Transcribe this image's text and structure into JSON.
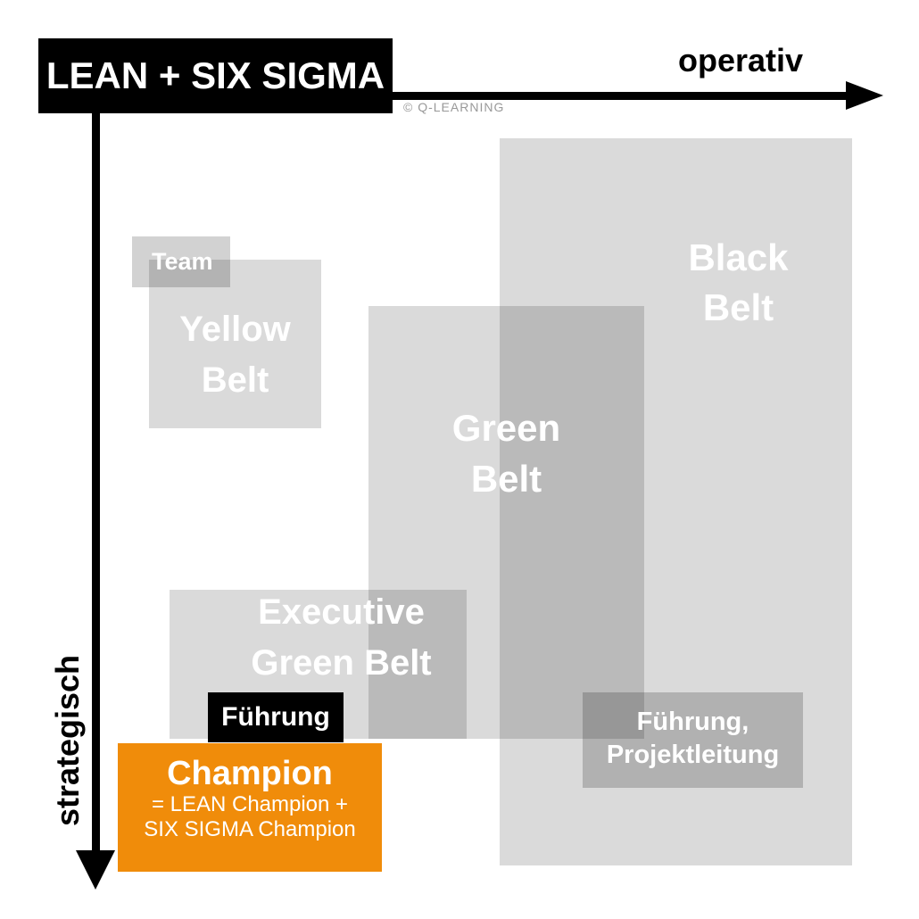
{
  "header": {
    "title": "LEAN + SIX SIGMA",
    "copyright": "© Q-LEARNING"
  },
  "axes": {
    "horizontal_label": "operativ",
    "vertical_label": "strategisch"
  },
  "colors": {
    "accent_orange": "#F08C0A",
    "axis_black": "#000000",
    "belt_box_gray": "rgba(0,0,0,0.145)",
    "copyright_gray": "#999999",
    "label_white": "#ffffff"
  },
  "belts": {
    "team": {
      "label": "Team"
    },
    "yellow": {
      "line1": "Yellow",
      "line2": "Belt"
    },
    "green": {
      "line1": "Green",
      "line2": "Belt"
    },
    "black": {
      "line1": "Black",
      "line2": "Belt"
    },
    "executive": {
      "line1": "Executive",
      "line2": "Green Belt"
    },
    "fuehrung_projektleitung": {
      "line1": "Führung,",
      "line2": "Projektleitung"
    },
    "fuehrung": {
      "label": "Führung"
    },
    "champion": {
      "title": "Champion",
      "sub1": "= LEAN Champion +",
      "sub2": "SIX SIGMA Champion"
    }
  }
}
